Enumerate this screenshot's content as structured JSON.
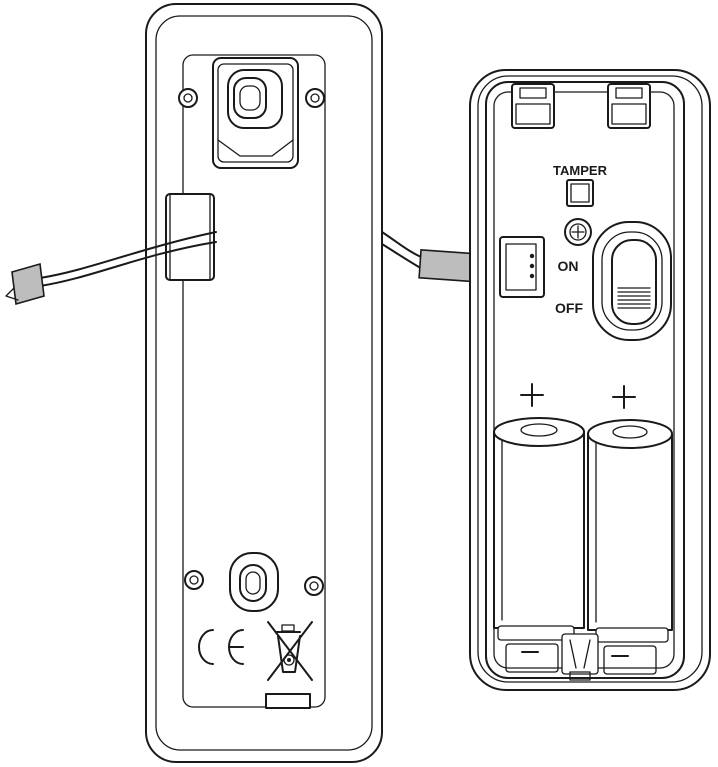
{
  "labels": {
    "tamper": "TAMPER",
    "on": "ON",
    "off": "OFF",
    "plus": "+",
    "minus": "−",
    "ce_mark": "CE"
  },
  "colors": {
    "line": "#1a1a1a",
    "background": "#ffffff",
    "tape": "#bdbdbd"
  }
}
